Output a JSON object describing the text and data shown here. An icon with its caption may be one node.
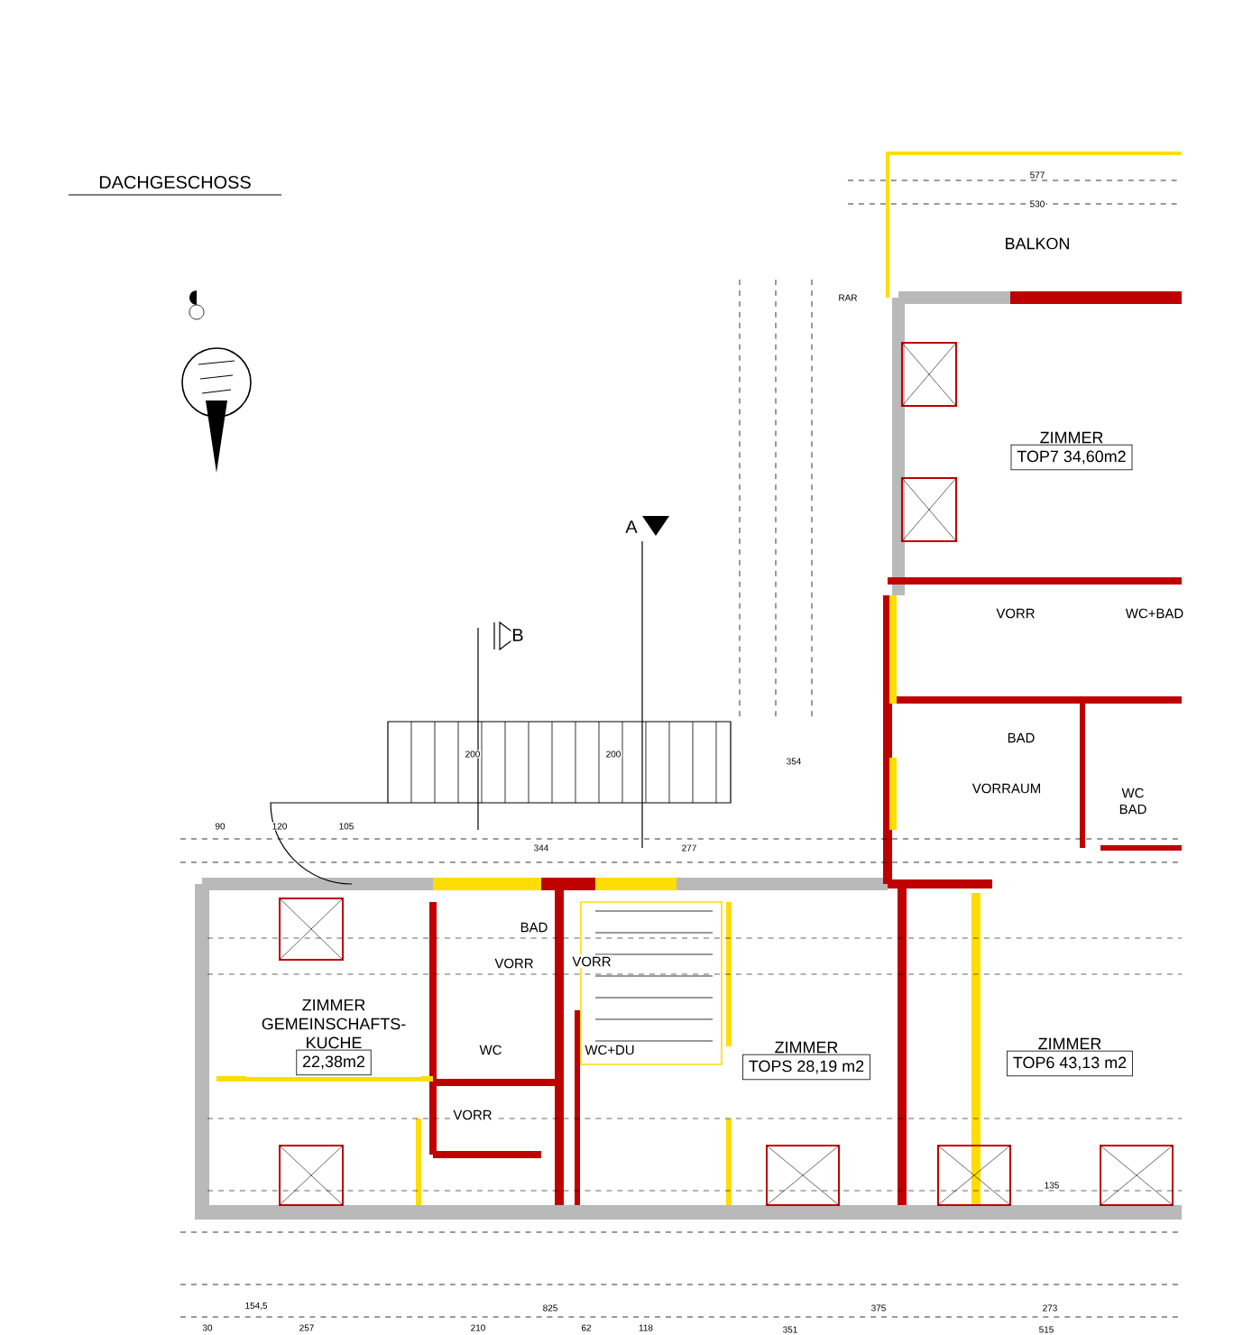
{
  "diagram": {
    "title": "DACHGESCHOSS",
    "nodes": [
      {
        "text": [
          "BALKON"
        ]
      },
      {
        "text": [
          "ZIMMER",
          "TOP7 34,60m2"
        ]
      },
      {
        "text": [
          "VORR"
        ]
      },
      {
        "text": [
          "WC+BAD"
        ]
      },
      {
        "text": [
          "BAD"
        ]
      },
      {
        "text": [
          "VORRAUM"
        ]
      },
      {
        "text": [
          "WC BAD"
        ]
      },
      {
        "text": [
          "ZIMMER",
          "GEMEINSCHAFTS- KUCHE",
          "22,38m2"
        ]
      },
      {
        "text": [
          "BAD"
        ]
      },
      {
        "text": [
          "VORR"
        ]
      },
      {
        "text": [
          "VORR"
        ]
      },
      {
        "text": [
          "WC"
        ]
      },
      {
        "text": [
          "WC+DU"
        ]
      },
      {
        "text": [
          "VORR"
        ]
      },
      {
        "text": [
          "ZIMMER",
          "TOPS 28,19 m2"
        ]
      },
      {
        "text": [
          "ZIMMER",
          "TOP6 43,13 m2"
        ]
      }
    ],
    "labels": [
      "A",
      "B",
      "577",
      "530",
      "RAR",
      "90",
      "120",
      "105",
      "200",
      "200",
      "354",
      "344",
      "277",
      "135",
      "154,5",
      "825",
      "375",
      "273",
      "30",
      "257",
      "210",
      "62",
      "118",
      "351",
      "515"
    ]
  }
}
